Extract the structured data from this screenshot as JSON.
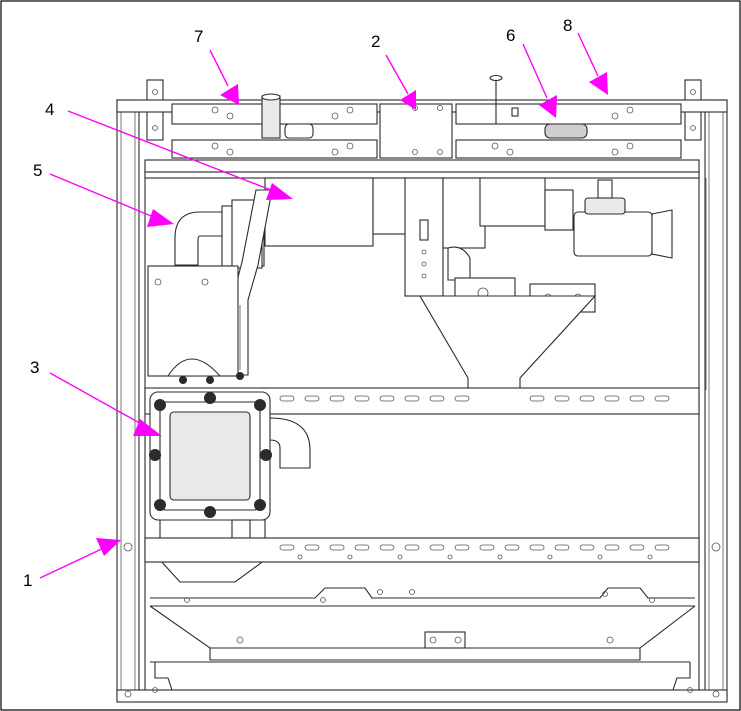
{
  "diagram": {
    "callouts": [
      {
        "id": "1",
        "label": "1"
      },
      {
        "id": "2",
        "label": "2"
      },
      {
        "id": "3",
        "label": "3"
      },
      {
        "id": "4",
        "label": "4"
      },
      {
        "id": "5",
        "label": "5"
      },
      {
        "id": "6",
        "label": "6"
      },
      {
        "id": "7",
        "label": "7"
      },
      {
        "id": "8",
        "label": "8"
      }
    ],
    "colors": {
      "arrow": "#ff00ff",
      "line": "#2b2b2b",
      "frame": "#000000",
      "background": "#ffffff"
    }
  }
}
